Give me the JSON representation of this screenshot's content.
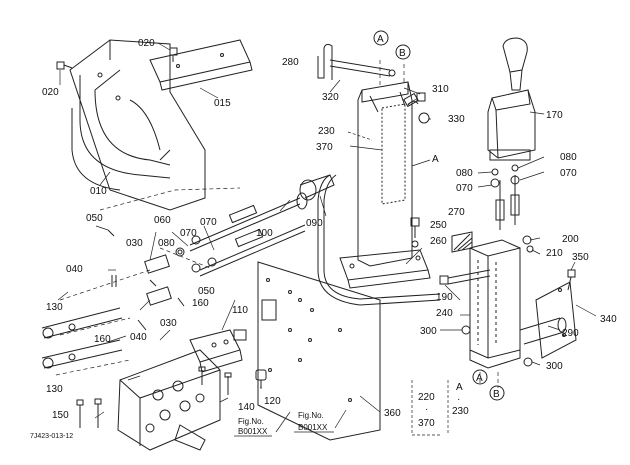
{
  "diagram": {
    "drawing_code": "7J423-013-12",
    "fig_refs": [
      {
        "no_label": "Fig.No.",
        "ref": "B001XX"
      },
      {
        "no_label": "Fig.No.",
        "ref": "B001XX"
      }
    ],
    "callouts": {
      "c010": "010",
      "c015": "015",
      "c020a": "020",
      "c020b": "020",
      "c030a": "030",
      "c030b": "030",
      "c040a": "040",
      "c040b": "040",
      "c050a": "050",
      "c050b": "050",
      "c060": "060",
      "c070a": "070",
      "c070b": "070",
      "c070c": "070",
      "c070d": "070",
      "c080a": "080",
      "c080b": "080",
      "c080c": "080",
      "c090": "090",
      "c100": "100",
      "c110": "110",
      "c120": "120",
      "c130a": "130",
      "c130b": "130",
      "c140": "140",
      "c150": "150",
      "c160a": "160",
      "c160b": "160",
      "c170": "170",
      "c190": "190",
      "c200": "200",
      "c210": "210",
      "c230": "230",
      "c240": "240",
      "c250": "250",
      "c260": "260",
      "c270": "270",
      "c280": "280",
      "c290": "290",
      "c300a": "300",
      "c300b": "300",
      "c310": "310",
      "c320": "320",
      "c330": "330",
      "c340": "340",
      "c350": "350",
      "c360": "360",
      "c370": "370"
    },
    "markers": {
      "a": "A",
      "b": "B"
    },
    "bracket_left": {
      "top": "220",
      "dot": "·",
      "bottom": "370"
    },
    "bracket_right": {
      "top": "A",
      "dot": "·",
      "bottom": "230"
    }
  }
}
